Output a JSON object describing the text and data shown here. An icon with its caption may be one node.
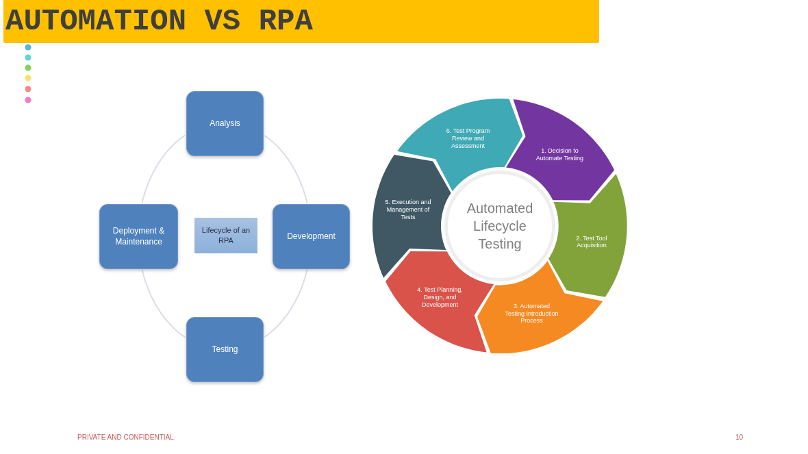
{
  "diagram": {
    "title": "AUTOMATION VS RPA",
    "nodes": [
      {
        "text": [
          "Analysis"
        ]
      },
      {
        "text": [
          "Deployment & Maintenance"
        ]
      },
      {
        "text": [
          "Lifecycle of an RPA"
        ]
      },
      {
        "text": [
          "Development"
        ]
      },
      {
        "text": [
          "Testing"
        ]
      },
      {
        "text": [
          "Automated Lifecycle Testing"
        ]
      },
      {
        "text": [
          "1. Decision to Automate Testing"
        ]
      },
      {
        "text": [
          "2. Test Tool Acquisition"
        ]
      },
      {
        "text": [
          "3. Automated Testing Introduction Process"
        ]
      },
      {
        "text": [
          "4. Test Planning, Design, and Development"
        ]
      },
      {
        "text": [
          "5. Execution and Management of Tests"
        ]
      },
      {
        "text": [
          "6. Test Program Review and Assessment"
        ]
      }
    ],
    "edges": [
      {
        "from": 0,
        "to": 3,
        "arrow": "none"
      },
      {
        "from": 3,
        "to": 4,
        "arrow": "none"
      },
      {
        "from": 4,
        "to": 1,
        "arrow": "none"
      },
      {
        "from": 1,
        "to": 0,
        "arrow": "none"
      }
    ],
    "labels": [
      "PRIVATE AND CONFIDENTIAL",
      "10"
    ]
  }
}
